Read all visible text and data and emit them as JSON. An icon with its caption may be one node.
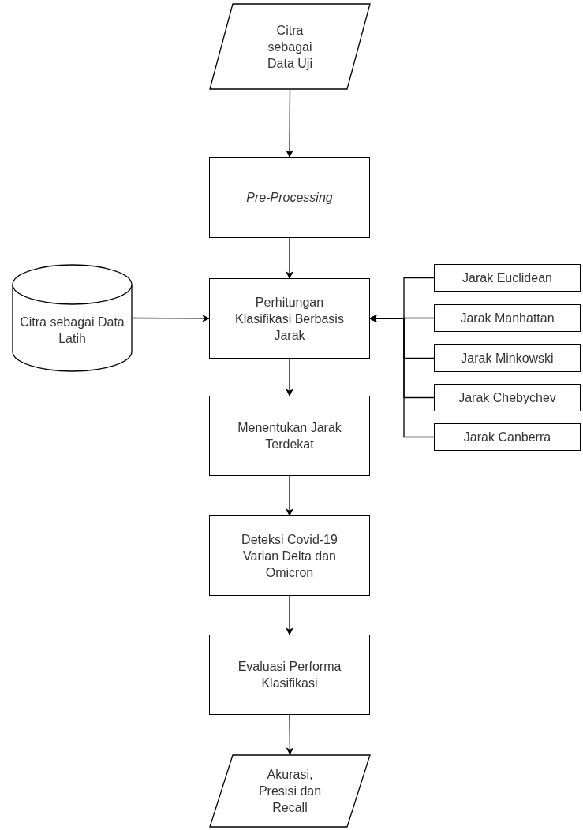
{
  "diagram": {
    "nodes": [
      {
        "text": [
          "Citra sebagai Data Uji"
        ]
      },
      {
        "text": [
          "Pre-Processing"
        ]
      },
      {
        "text": [
          "Citra sebagai Data Latih"
        ]
      },
      {
        "text": [
          "Perhitungan Klasifikasi Berbasis Jarak"
        ]
      },
      {
        "text": [
          "Jarak Euclidean"
        ]
      },
      {
        "text": [
          "Jarak Manhattan"
        ]
      },
      {
        "text": [
          "Jarak Minkowski"
        ]
      },
      {
        "text": [
          "Jarak Chebychev"
        ]
      },
      {
        "text": [
          "Jarak Canberra"
        ]
      },
      {
        "text": [
          "Menentukan Jarak Terdekat"
        ]
      },
      {
        "text": [
          "Deteksi Covid-19 Varian Delta dan Omicron"
        ]
      },
      {
        "text": [
          "Evaluasi Performa Klasifikasi"
        ]
      },
      {
        "text": [
          "Akurasi, Presisi dan Recall"
        ]
      }
    ],
    "edges": [
      {
        "from": 0,
        "to": 1,
        "arrow": "to"
      },
      {
        "from": 1,
        "to": 3,
        "arrow": "to"
      },
      {
        "from": 2,
        "to": 3,
        "arrow": "to"
      },
      {
        "from": 4,
        "to": 3,
        "arrow": "to"
      },
      {
        "from": 5,
        "to": 3,
        "arrow": "to"
      },
      {
        "from": 6,
        "to": 3,
        "arrow": "to"
      },
      {
        "from": 7,
        "to": 3,
        "arrow": "to"
      },
      {
        "from": 8,
        "to": 3,
        "arrow": "to"
      },
      {
        "from": 3,
        "to": 9,
        "arrow": "to"
      },
      {
        "from": 9,
        "to": 10,
        "arrow": "to"
      },
      {
        "from": 10,
        "to": 11,
        "arrow": "to"
      },
      {
        "from": 11,
        "to": 12,
        "arrow": "to"
      }
    ]
  }
}
